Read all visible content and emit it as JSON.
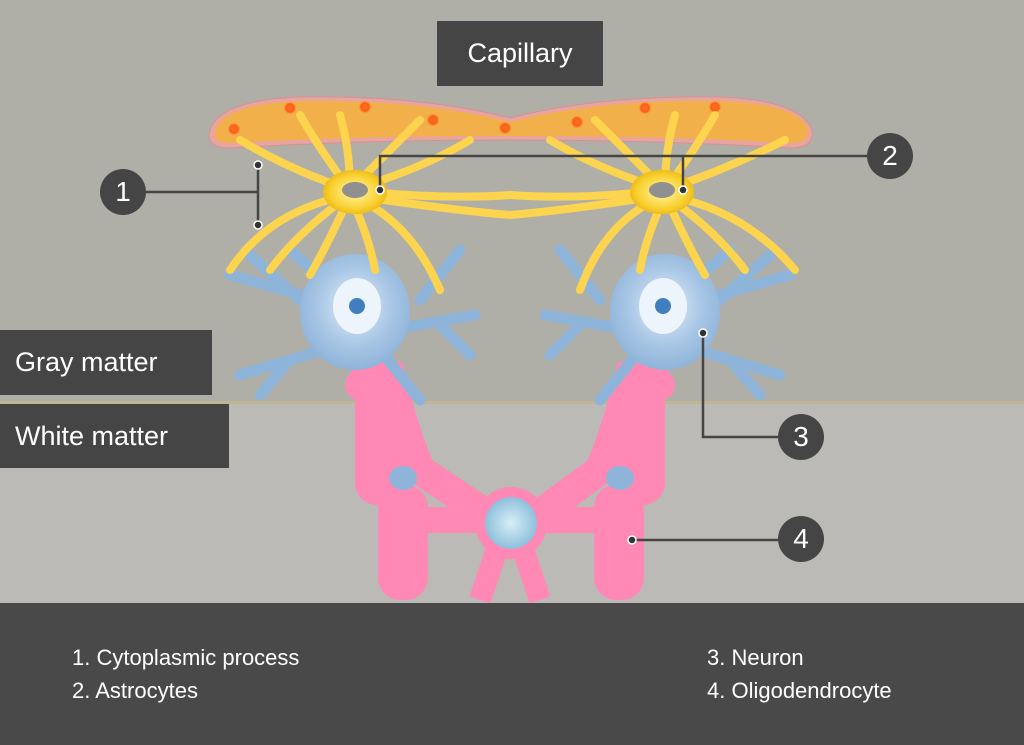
{
  "labels": {
    "capillary": "Capillary",
    "gray_matter": "Gray matter",
    "white_matter": "White matter"
  },
  "callouts": [
    {
      "number": "1"
    },
    {
      "number": "2"
    },
    {
      "number": "3"
    },
    {
      "number": "4"
    }
  ],
  "legend": [
    {
      "text": "1. Cytoplasmic process"
    },
    {
      "text": "2. Astrocytes"
    },
    {
      "text": "3. Neuron"
    },
    {
      "text": "4. Oligodendrocyte"
    }
  ],
  "colors": {
    "gray_matter_bg": "#b0afa7",
    "white_matter_bg": "#bbbab6",
    "label_bg": "#454545",
    "astrocyte": "#fcd44e",
    "neuron": "#8fb4d9",
    "oligodendrocyte": "#ff88b5",
    "capillary": "#f2b04a"
  }
}
